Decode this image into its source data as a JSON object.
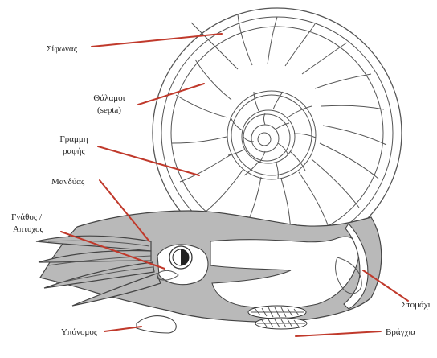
{
  "labels": {
    "siphon": "Σίφωνας",
    "chambers_line1": "Θάλαμοι",
    "chambers_line2": "(septa)",
    "suture_line1": "Γραμμη",
    "suture_line2": "ραφής",
    "mantle": "Μανδύας",
    "jaw_line1": "Γνάθος /",
    "jaw_line2": "Απτυχος",
    "hyponome": "Υπόνομος",
    "stomach": "Στομάχι",
    "gills": "Βράγχια"
  },
  "colors": {
    "leader_line": "#c0392b",
    "body_fill": "#b9b9b9",
    "outline": "#444444"
  }
}
